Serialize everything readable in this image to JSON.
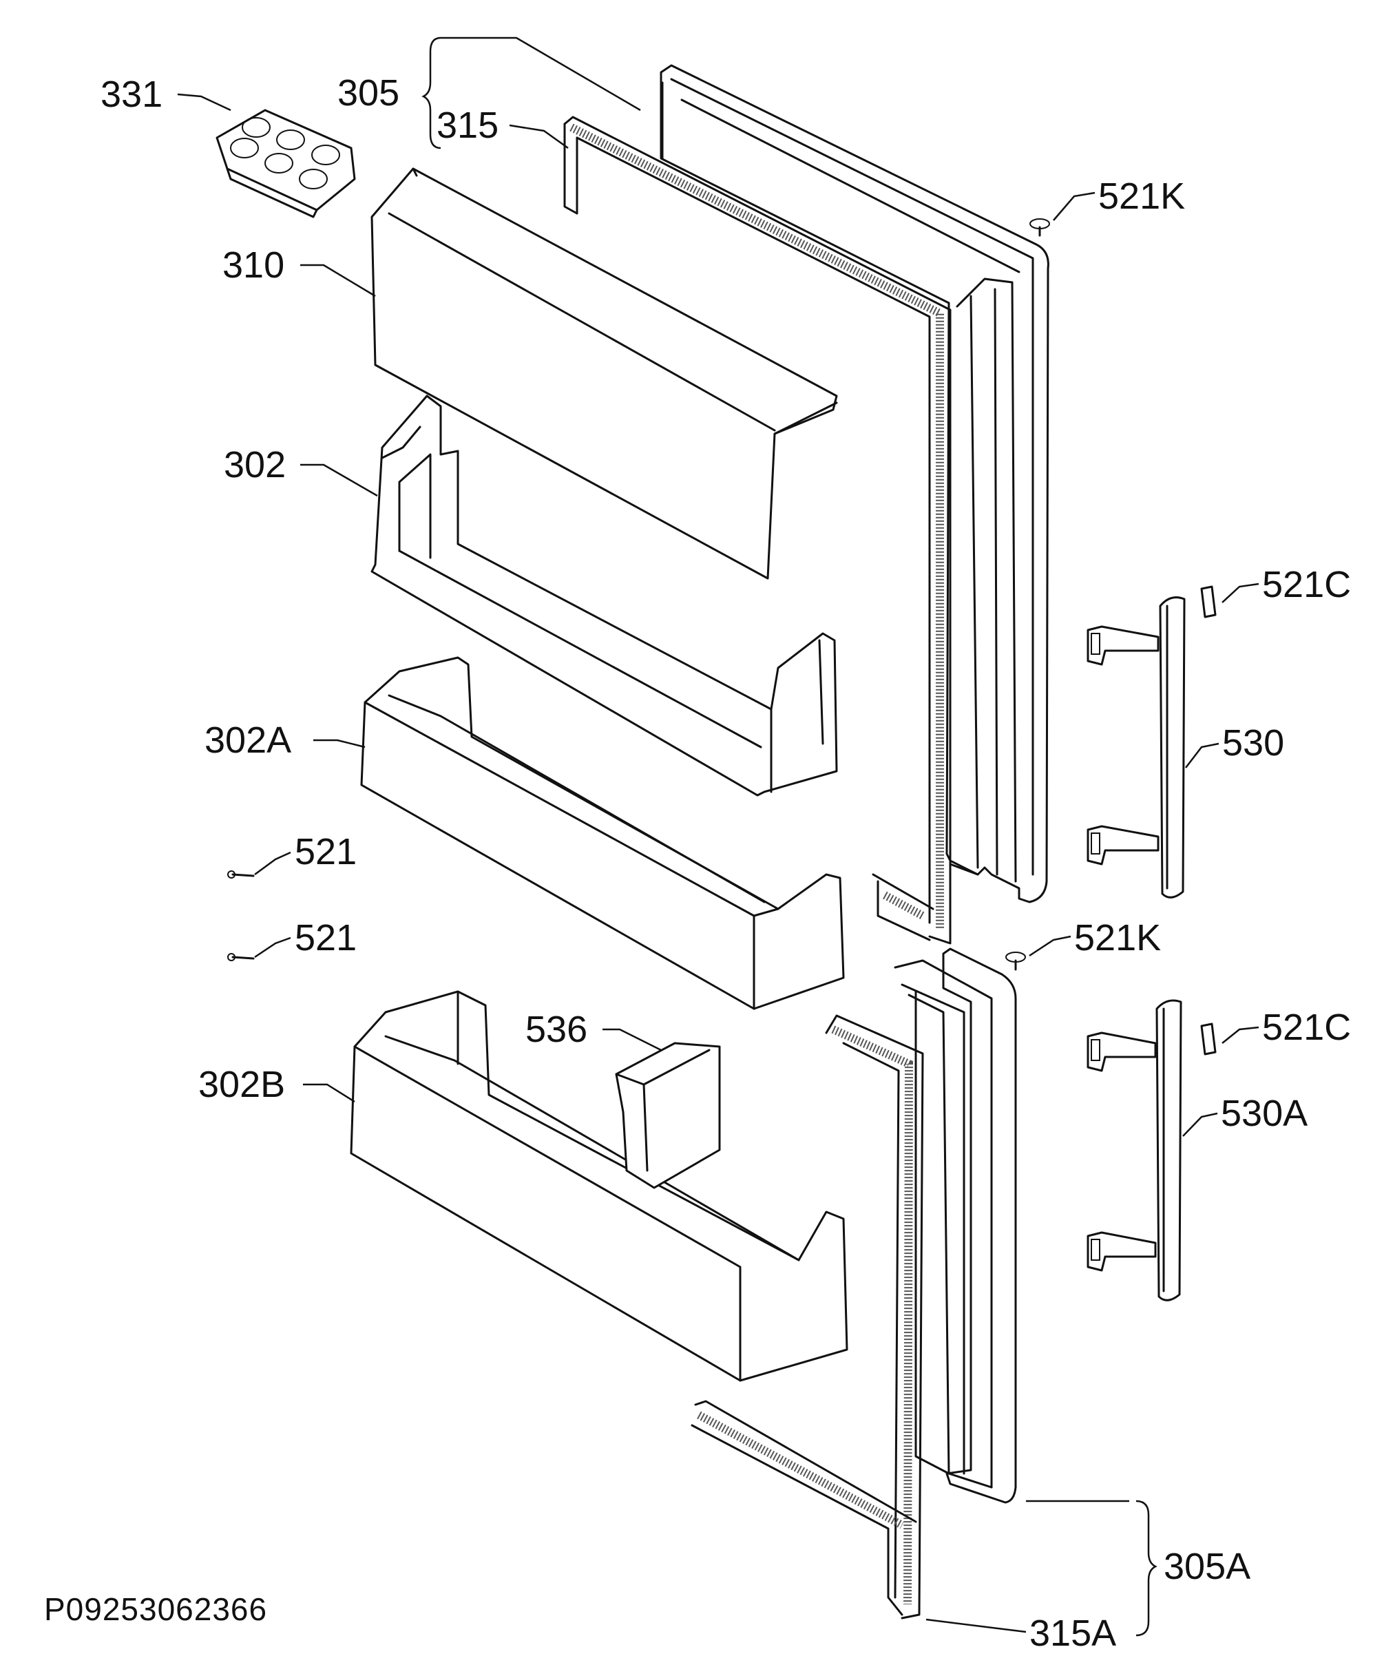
{
  "labels": {
    "l331": "331",
    "l305": "305",
    "l315": "315",
    "l310": "310",
    "l302": "302",
    "l302A": "302A",
    "l302B": "302B",
    "l521a": "521",
    "l521b": "521",
    "l536": "536",
    "l521K_top": "521K",
    "l521K_mid": "521K",
    "l521C_top": "521C",
    "l521C_bot": "521C",
    "l530": "530",
    "l530A": "530A",
    "l305A": "305A",
    "l315A": "315A"
  },
  "document_number": "P09253062366"
}
